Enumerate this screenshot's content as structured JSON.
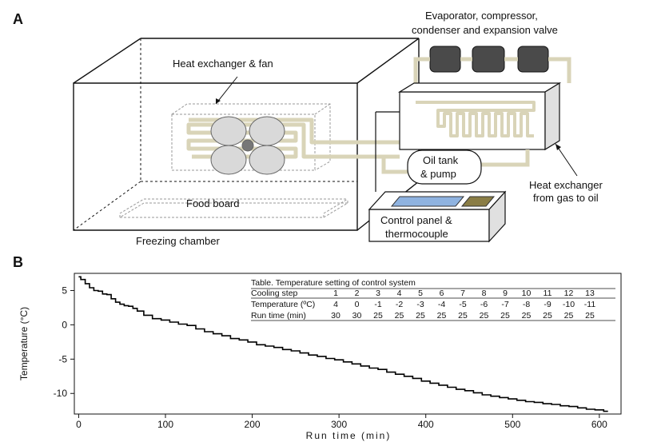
{
  "panel_a": {
    "letter": "A",
    "labels": {
      "evaporator_line1": "Evaporator, compressor,",
      "evaporator_line2": "condenser and expansion valve",
      "heat_exchanger_fan": "Heat exchanger & fan",
      "oil_tank_line1": "Oil tank",
      "oil_tank_line2": "& pump",
      "heat_exchanger_oil_line1": "Heat exchanger",
      "heat_exchanger_oil_line2": "from gas to oil",
      "food_board": "Food board",
      "control_panel_line1": "Control panel &",
      "control_panel_line2": "thermocouple",
      "freezing_chamber": "Freezing chamber"
    },
    "colors": {
      "coil": "#d9d4b8",
      "module": "#4a4a4a",
      "panel_blue": "#8fb3e0",
      "panel_olive": "#8a7d45",
      "fan": "#d9d9d9"
    }
  },
  "panel_b": {
    "letter": "B",
    "table": {
      "title": "Table. Temperature setting of control system",
      "rows": [
        {
          "label": "Cooling step",
          "values": [
            "1",
            "2",
            "3",
            "4",
            "5",
            "6",
            "7",
            "8",
            "9",
            "10",
            "11",
            "12",
            "13"
          ]
        },
        {
          "label": "Temperature (ºC)",
          "values": [
            "4",
            "0",
            "-1",
            "-2",
            "-3",
            "-4",
            "-5",
            "-6",
            "-7",
            "-8",
            "-9",
            "-10",
            "-11"
          ]
        },
        {
          "label": "Run time (min)",
          "values": [
            "30",
            "30",
            "25",
            "25",
            "25",
            "25",
            "25",
            "25",
            "25",
            "25",
            "25",
            "25",
            "25"
          ]
        }
      ]
    }
  },
  "chart_data": {
    "type": "line",
    "xlabel": "Run time (min)",
    "ylabel": "Temperature (°C)",
    "xlim": [
      -5,
      625
    ],
    "ylim": [
      -13,
      7.5
    ],
    "xticks": [
      0,
      100,
      200,
      300,
      400,
      500,
      600
    ],
    "yticks": [
      5,
      0,
      -5,
      -10
    ],
    "grid": false,
    "series": [
      {
        "color": "#000000",
        "x": [
          0,
          5,
          10,
          15,
          20,
          25,
          30,
          35,
          40,
          45,
          50,
          55,
          60,
          65,
          70,
          80,
          90,
          100,
          110,
          120,
          130,
          140,
          150,
          160,
          170,
          180,
          190,
          200,
          210,
          220,
          230,
          240,
          250,
          260,
          270,
          280,
          290,
          300,
          310,
          320,
          330,
          340,
          350,
          360,
          370,
          380,
          390,
          400,
          410,
          420,
          430,
          440,
          450,
          460,
          470,
          480,
          490,
          500,
          510,
          520,
          530,
          540,
          550,
          560,
          570,
          580,
          590,
          600,
          610
        ],
        "y": [
          7.0,
          6.6,
          6.0,
          5.4,
          5.0,
          4.9,
          4.5,
          4.4,
          3.8,
          3.3,
          3.0,
          2.8,
          2.7,
          2.4,
          2.0,
          1.4,
          0.9,
          0.7,
          0.4,
          0.1,
          -0.1,
          -0.6,
          -1.0,
          -1.3,
          -1.6,
          -2.0,
          -2.2,
          -2.5,
          -2.9,
          -3.1,
          -3.3,
          -3.6,
          -3.8,
          -4.1,
          -4.4,
          -4.6,
          -4.9,
          -5.1,
          -5.4,
          -5.7,
          -6.0,
          -6.3,
          -6.5,
          -6.9,
          -7.2,
          -7.5,
          -7.8,
          -8.2,
          -8.5,
          -8.8,
          -9.1,
          -9.4,
          -9.6,
          -9.9,
          -10.2,
          -10.4,
          -10.6,
          -10.8,
          -11.0,
          -11.2,
          -11.3,
          -11.5,
          -11.6,
          -11.8,
          -11.9,
          -12.1,
          -12.3,
          -12.4,
          -12.6
        ]
      }
    ]
  }
}
